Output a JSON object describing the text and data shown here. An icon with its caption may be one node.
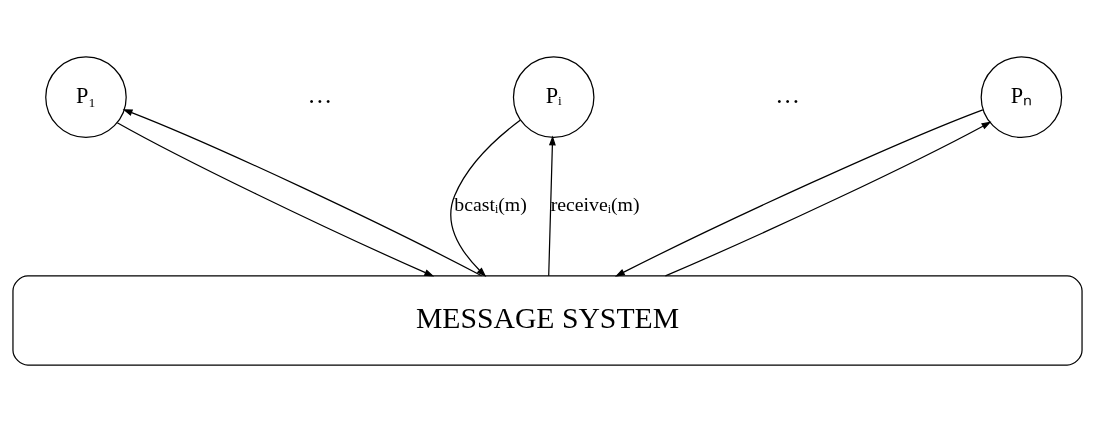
{
  "diagram": {
    "nodes": [
      {
        "text": [
          "P₁"
        ]
      },
      {
        "text": [
          "Pᵢ"
        ]
      },
      {
        "text": [
          "Pₙ"
        ]
      },
      {
        "text": [
          "MESSAGE SYSTEM"
        ]
      }
    ],
    "edges": [
      {
        "from": 0,
        "to": 3,
        "arrow": "to"
      },
      {
        "from": 3,
        "to": 0,
        "arrow": "to"
      },
      {
        "from": 1,
        "to": 3,
        "arrow": "to",
        "label": "bcastᵢ(m)"
      },
      {
        "from": 3,
        "to": 1,
        "arrow": "to",
        "label": "receiveᵢ(m)"
      },
      {
        "from": 2,
        "to": 3,
        "arrow": "to"
      },
      {
        "from": 3,
        "to": 2,
        "arrow": "to"
      }
    ],
    "labels": [
      "…",
      "…"
    ]
  }
}
